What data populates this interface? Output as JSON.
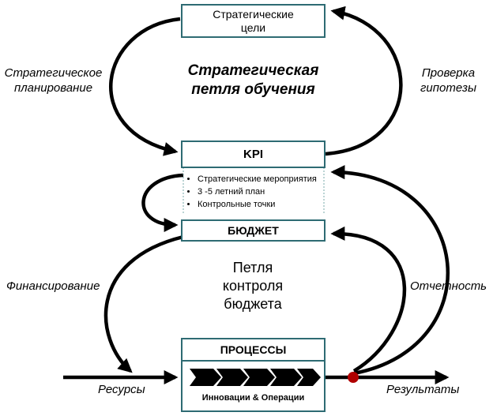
{
  "boxes": {
    "strategic_goals": "Стратегические цели",
    "kpi": "KPI",
    "budget": "БЮДЖЕТ",
    "processes": "ПРОЦЕССЫ",
    "process_caption": "Инновации & Операции"
  },
  "loops": {
    "strategic_loop": "Стратегическая петля обучения",
    "budget_loop": "Петля контроля бюджета"
  },
  "side_labels": {
    "strategic_planning": "Стратегическое планирование",
    "hypothesis_check": "Проверка гипотезы",
    "financing": "Финансирование",
    "reporting": "Отчетность",
    "resources": "Ресурсы",
    "results": "Результаты"
  },
  "kpi_items": [
    "Стратегические мероприятия",
    "3 -5 летний план",
    "Контрольные точки"
  ],
  "colors": {
    "box_border": "#2e6b73",
    "arrows": "#000000",
    "marker": "#b00000"
  }
}
